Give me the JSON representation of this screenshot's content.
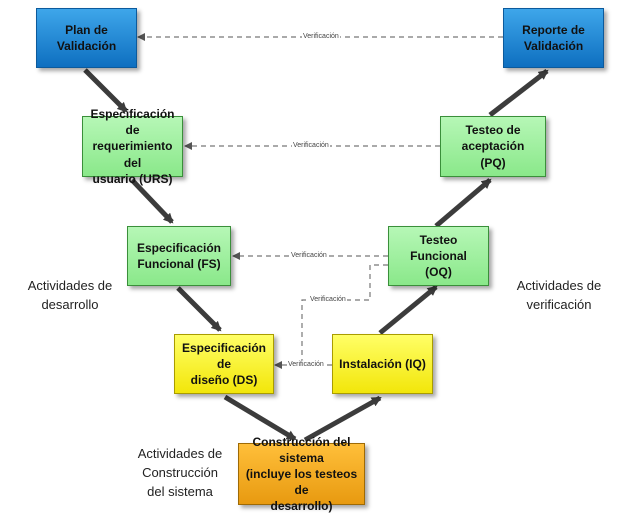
{
  "nodes": {
    "plan": "Plan de Validación",
    "reporte": "Reporte de\nValidación",
    "urs": "Especificación de\nrequerimiento del\nusuario (URS)",
    "pq": "Testeo de aceptación\n(PQ)",
    "fs": "Especificación\nFuncional (FS)",
    "oq": "Testeo Funcional\n(OQ)",
    "ds": "Especificación de\ndiseño (DS)",
    "iq": "Instalación (IQ)",
    "construccion": "Construcción del sistema\n(incluye los testeos de\ndesarrollo)"
  },
  "labels": {
    "desarrollo": "Actividades de\ndesarrollo",
    "verificacion": "Actividades de\nverificación",
    "construccion": "Actividades de\nConstrucción\ndel sistema"
  },
  "verification_label": "Verificación",
  "colors": {
    "blue": "#1a86d4",
    "green": "#96ee96",
    "yellow": "#ffef1a",
    "orange": "#f0a620",
    "arrow": "#3c3c3c",
    "dashed": "#777777"
  }
}
